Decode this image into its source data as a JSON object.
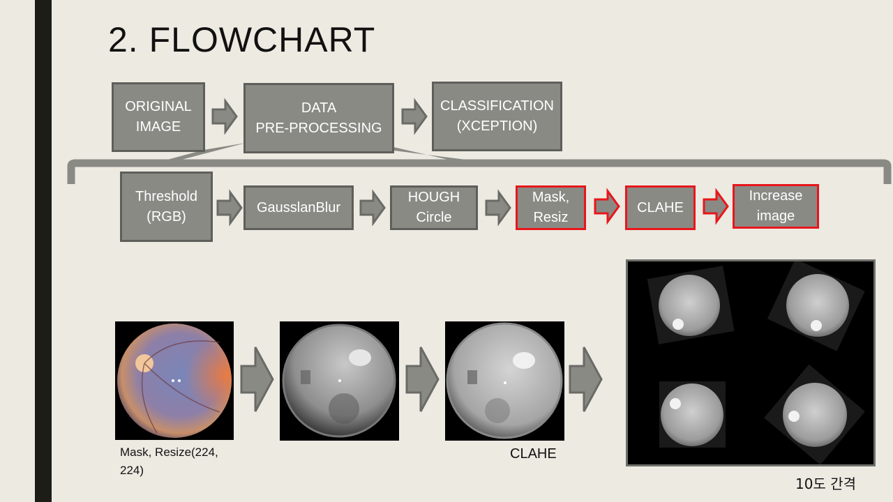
{
  "title": "2. FLOWCHART",
  "top_flow": [
    {
      "id": "original",
      "label": "ORIGINAL\nIMAGE"
    },
    {
      "id": "preproc",
      "label": "DATA\nPRE-PROCESSING"
    },
    {
      "id": "classify",
      "label": "CLASSIFICATION\n(XCEPTION)"
    }
  ],
  "preprocessing_steps": [
    {
      "id": "threshold",
      "label": "Threshold\n(RGB)",
      "highlighted": false
    },
    {
      "id": "gaussian",
      "label": "GausslanBlur",
      "highlighted": false
    },
    {
      "id": "hough",
      "label": "HOUGH\nCircle",
      "highlighted": false
    },
    {
      "id": "mask",
      "label": "Mask,\nResiz",
      "highlighted": true
    },
    {
      "id": "clahe",
      "label": "CLAHE",
      "highlighted": true
    },
    {
      "id": "increase",
      "label": "Increase\nimage",
      "highlighted": true
    }
  ],
  "captions": {
    "mask_resize": "Mask, Resize(224,\n224)",
    "clahe": "CLAHE",
    "rotation": "10도 간격"
  },
  "colors": {
    "box_fill": "#8a8a85",
    "box_border": "#5e5e5a",
    "highlight": "#e8161b",
    "arrow": "#8a8a85"
  }
}
